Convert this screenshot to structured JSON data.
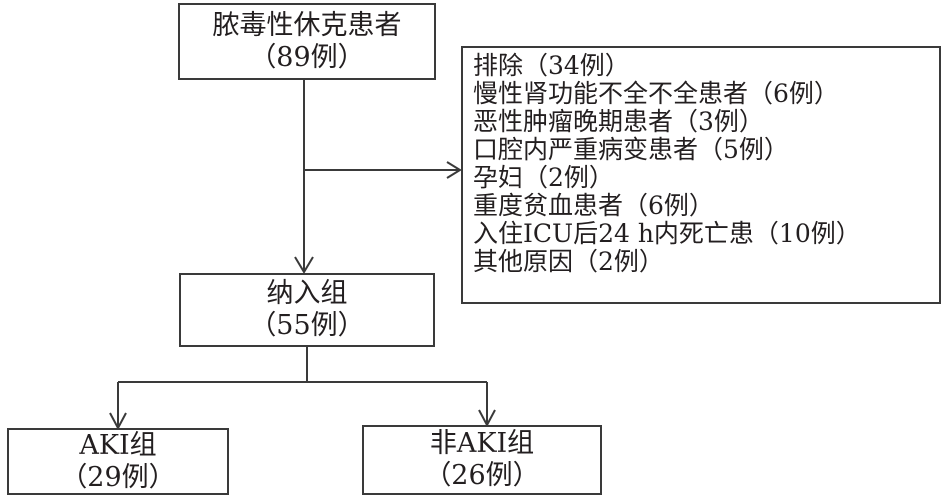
{
  "nodes": {
    "start": {
      "title": "脓毒性休克患者",
      "count": "（89例）"
    },
    "exclude": {
      "items": [
        "排除（34例）",
        "慢性肾功能不全不全患者（6例）",
        "恶性肿瘤晚期患者（3例）",
        "口腔内严重病变患者（5例）",
        "孕妇（2例）",
        "重度贫血患者（6例）",
        "入住ICU后24 h内死亡患（10例）",
        "其他原因（2例）"
      ]
    },
    "included": {
      "title": "纳入组",
      "count": "（55例）"
    },
    "aki": {
      "title": "AKI组",
      "count": "（29例）"
    },
    "non_aki": {
      "title": "非AKI组",
      "count": "（26例）"
    }
  },
  "colors": {
    "line": "#3a3a3a",
    "text": "#231f20"
  }
}
